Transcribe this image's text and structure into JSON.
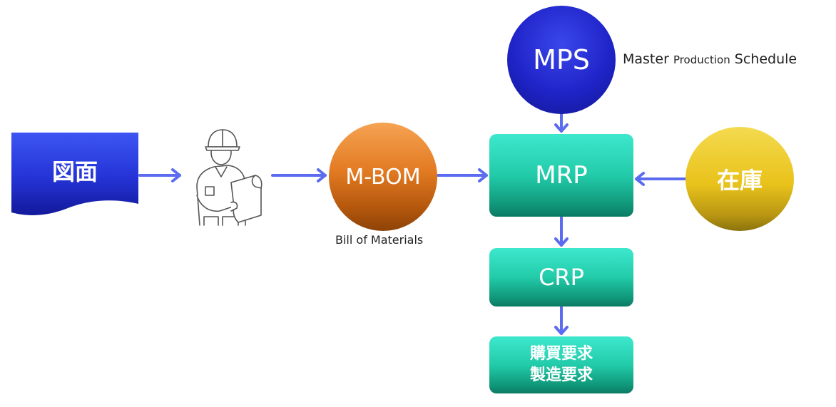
{
  "nodes": {
    "drawing": "図面",
    "mps": "MPS",
    "mbom": "M-BOM",
    "mrp": "MRP",
    "inventory": "在庫",
    "crp": "CRP",
    "requests": [
      "購買要求",
      "製造要求"
    ]
  },
  "annotations": {
    "mps_part1": "Master",
    "mps_part2": "Production",
    "mps_part3": "Schedule",
    "mbom": "Bill of Materials"
  },
  "icons": {
    "engineer": "engineer-reading-blueprint-icon"
  },
  "colors": {
    "arrow": "#5b6cf0",
    "document": "#1f2fd0",
    "mps": "#1f24c9",
    "mbom": "#e27a22",
    "inventory": "#e9c21b",
    "process_box": "#22cba9"
  }
}
